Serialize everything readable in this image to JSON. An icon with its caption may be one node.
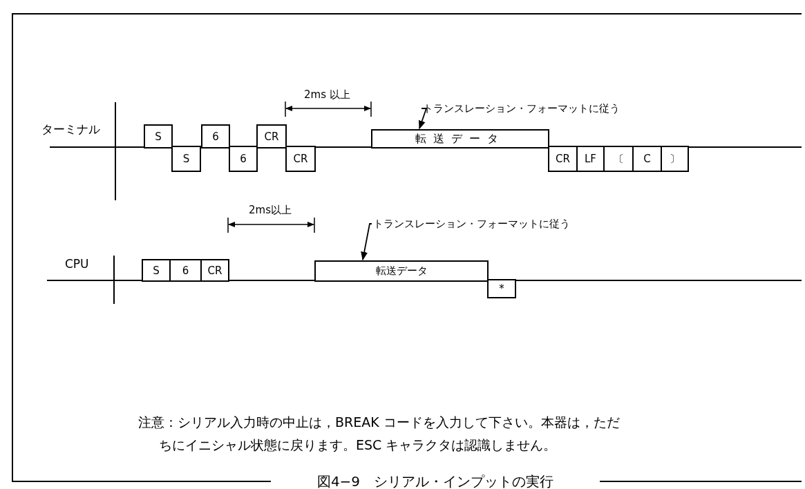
{
  "diagram": {
    "caption": "図4−9　シリアル・インプットの実行",
    "nodes": [
      {
        "text": [
          "トランスレーション・フォーマットに従う"
        ]
      },
      {
        "text": [
          "S"
        ]
      },
      {
        "text": [
          "S"
        ]
      },
      {
        "text": [
          "6"
        ]
      },
      {
        "text": [
          "6"
        ]
      },
      {
        "text": [
          "CR"
        ]
      },
      {
        "text": [
          "CR"
        ]
      },
      {
        "text": [
          "転送データ"
        ]
      },
      {
        "text": [
          "CR"
        ]
      },
      {
        "text": [
          "LF"
        ]
      },
      {
        "text": [
          "〔"
        ]
      },
      {
        "text": [
          "C"
        ]
      },
      {
        "text": [
          "〕"
        ]
      },
      {
        "text": [
          "トランスレーション・フォーマットに従う"
        ]
      },
      {
        "text": [
          "S"
        ]
      },
      {
        "text": [
          "6"
        ]
      },
      {
        "text": [
          "CR"
        ]
      },
      {
        "text": [
          "転送データ"
        ]
      },
      {
        "text": [
          "*"
        ]
      }
    ],
    "edges": [
      {
        "from": 0,
        "to": 7,
        "arrow": "to"
      },
      {
        "from": 13,
        "to": 17,
        "arrow": "to"
      }
    ],
    "labels": [
      "2ms 以上",
      "ターミナル",
      "2ms以上",
      "CPU",
      "注意：シリアル入力時の中止は，BREAK コードを入力して下さい。本器は，ただちにイニシャル状態に戻ります。ESC キャラクタは認識しません。"
    ]
  }
}
